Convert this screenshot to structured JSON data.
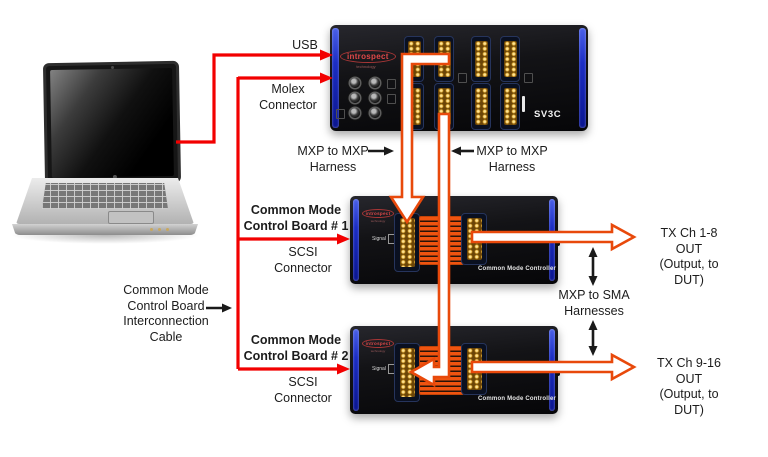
{
  "colors": {
    "wire_red": "#f20000",
    "cable_orange": "#e8490b",
    "pointer_black": "#1a1a1a",
    "edge_blue": "#1c2ec4",
    "connector_gold": "#d69f2b",
    "ribbon_orange": "#ef5410"
  },
  "devices": {
    "sv3c": {
      "brand": "introspect",
      "brand_sub": "technology",
      "model": "SV3C"
    },
    "board1": {
      "brand": "introspect",
      "brand_sub": "technology",
      "signal": "Signal",
      "label": "Common Mode Controller"
    },
    "board2": {
      "brand": "introspect",
      "brand_sub": "technology",
      "signal": "Signal",
      "label": "Common Mode Controller"
    }
  },
  "labels": {
    "usb": "USB",
    "molex": "Molex\nConnector",
    "mxp_mxp_left": "MXP to MXP\nHarness",
    "mxp_mxp_right": "MXP to MXP\nHarness",
    "board1_title": "Common Mode\nControl Board # 1",
    "scsi_1": "SCSI\nConnector",
    "interconnect": "Common Mode\nControl Board\nInterconnection\nCable",
    "board2_title": "Common Mode\nControl Board # 2",
    "scsi_2": "SCSI\nConnector",
    "mxp_sma": "MXP to SMA\nHarnesses",
    "tx_out_1": "TX Ch 1-8 OUT\n(Output, to DUT)",
    "tx_out_2": "TX Ch 9-16 OUT\n(Output, to DUT)"
  }
}
